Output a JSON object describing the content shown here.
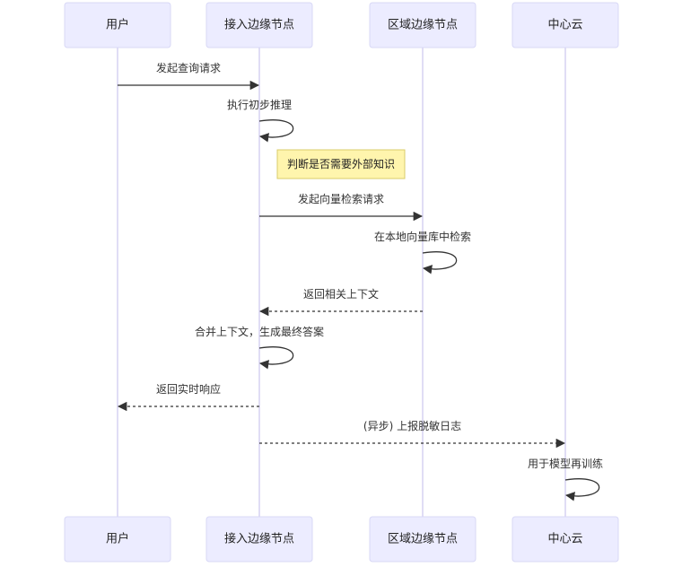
{
  "diagram": {
    "type": "sequence",
    "participants": [
      {
        "id": "user",
        "label": "用户"
      },
      {
        "id": "access_edge",
        "label": "接入边缘节点"
      },
      {
        "id": "regional_edge",
        "label": "区域边缘节点"
      },
      {
        "id": "cloud",
        "label": "中心云"
      }
    ],
    "steps": [
      {
        "kind": "message",
        "from": "user",
        "to": "access_edge",
        "label": "发起查询请求",
        "style": "solid"
      },
      {
        "kind": "self",
        "on": "access_edge",
        "label": "执行初步推理"
      },
      {
        "kind": "note",
        "over": "access_edge",
        "position": "right",
        "label": "判断是否需要外部知识"
      },
      {
        "kind": "message",
        "from": "access_edge",
        "to": "regional_edge",
        "label": "发起向量检索请求",
        "style": "solid"
      },
      {
        "kind": "self",
        "on": "regional_edge",
        "label": "在本地向量库中检索"
      },
      {
        "kind": "message",
        "from": "regional_edge",
        "to": "access_edge",
        "label": "返回相关上下文",
        "style": "dashed"
      },
      {
        "kind": "self",
        "on": "access_edge",
        "label": "合并上下文，生成最终答案"
      },
      {
        "kind": "message",
        "from": "access_edge",
        "to": "user",
        "label": "返回实时响应",
        "style": "dashed"
      },
      {
        "kind": "message",
        "from": "access_edge",
        "to": "cloud",
        "label": "(异步) 上报脱敏日志",
        "style": "dashed"
      },
      {
        "kind": "self",
        "on": "cloud",
        "label": "用于模型再训练"
      }
    ]
  }
}
